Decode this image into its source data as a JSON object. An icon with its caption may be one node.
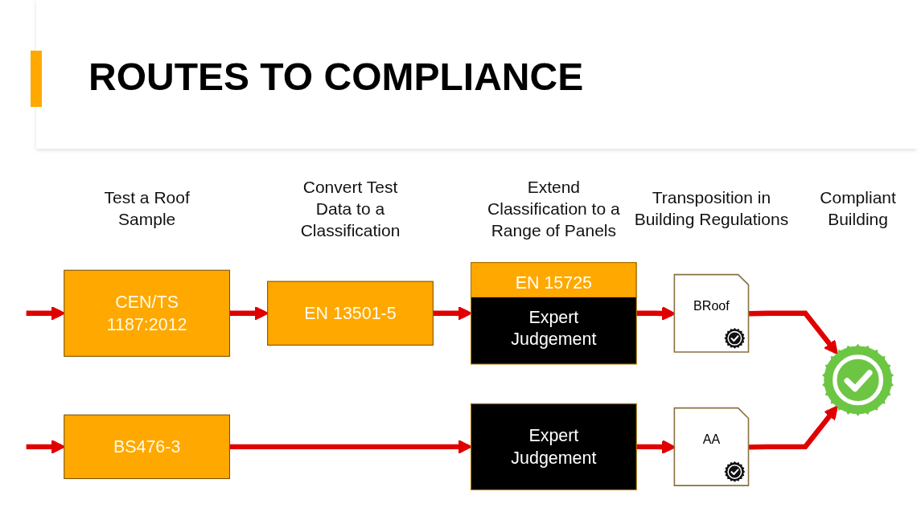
{
  "diagram": {
    "title": "ROUTES TO COMPLIANCE",
    "nodes": [
      {
        "text": [
          "CEN/TS 1187:2012"
        ]
      },
      {
        "text": [
          "EN 13501-5"
        ]
      },
      {
        "text": [
          "EN 15725",
          "Expert Judgement"
        ]
      },
      {
        "text": [
          "BS476-3"
        ]
      },
      {
        "text": [
          "Expert Judgement"
        ]
      },
      {
        "text": [
          "BRoof"
        ]
      },
      {
        "text": [
          "AA"
        ]
      },
      {
        "text": [],
        "shape": "picture"
      }
    ],
    "edges": [
      {
        "from": null,
        "to": 0,
        "arrow": "to"
      },
      {
        "from": 0,
        "to": 1,
        "arrow": "to"
      },
      {
        "from": 1,
        "to": 2,
        "arrow": "to"
      },
      {
        "from": 2,
        "to": 5,
        "arrow": "to"
      },
      {
        "from": null,
        "to": 3,
        "arrow": "to"
      },
      {
        "from": 3,
        "to": 4,
        "arrow": "to"
      },
      {
        "from": 4,
        "to": 6,
        "arrow": "to"
      },
      {
        "from": 5,
        "to": 7,
        "arrow": "to"
      },
      {
        "from": 6,
        "to": 7,
        "arrow": "to"
      }
    ],
    "labels": [
      "Test a Roof Sample",
      "Convert Test Data to a Classification",
      "Extend Classification to a Range of Panels",
      "Transposition in Building Regulations",
      "Compliant Building"
    ]
  }
}
